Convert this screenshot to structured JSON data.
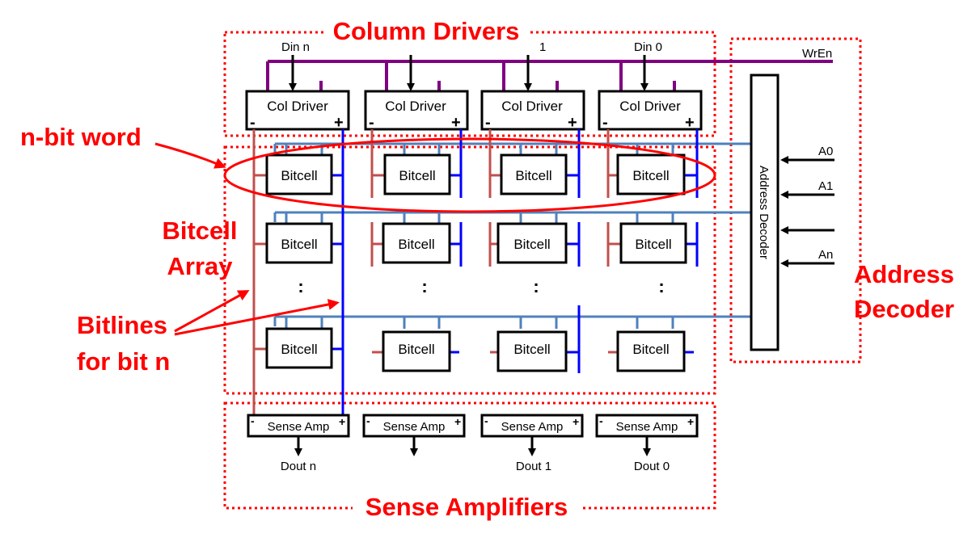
{
  "regions": {
    "column_drivers": "Column Drivers",
    "sense_amplifiers": "Sense Amplifiers",
    "address_decoder_region": [
      "Address",
      "Decoder"
    ],
    "bitcell_array": [
      "Bitcell",
      "Array"
    ]
  },
  "annotations": {
    "nbit_word": "n-bit word",
    "bitlines": [
      "Bitlines",
      "for bit n"
    ]
  },
  "column_driver": {
    "label": "Col Driver",
    "minus": "-",
    "plus": "+",
    "inputs": [
      "Din n",
      "",
      "1",
      "Din 0"
    ]
  },
  "wr_en": "WrEn",
  "bitcell_label": "Bitcell",
  "row_dots": ":",
  "address_decoder": {
    "label": "Address Decoder",
    "inputs": [
      "A0",
      "A1",
      "",
      "An"
    ]
  },
  "sense_amp": {
    "label": "Sense Amp",
    "minus": "-",
    "plus": "+",
    "outputs": [
      "Dout n",
      "",
      "Dout 1",
      "Dout 0"
    ]
  }
}
